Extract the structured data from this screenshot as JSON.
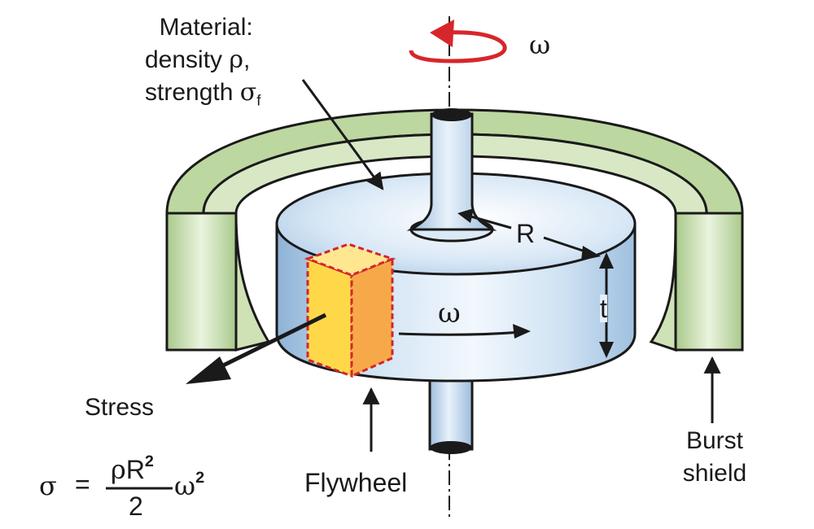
{
  "labels": {
    "material_line1": "Material:",
    "material_line2_prefix": "density ",
    "rho": "ρ",
    "comma": ",",
    "material_line3_prefix": "strength ",
    "sigma": "σ",
    "sub_f": "f",
    "omega_top": "ω",
    "omega_side": "ω",
    "radius": "R",
    "thickness": "t",
    "stress": "Stress",
    "flywheel": "Flywheel",
    "burst_line1": "Burst",
    "burst_line2": "shield"
  },
  "formula": {
    "lhs": "σ",
    "equals": "=",
    "num_rho": "ρ",
    "num_R": "R",
    "num_exp": "2",
    "denominator": "2",
    "omega": "ω",
    "omega_exp": "2"
  },
  "colors": {
    "rotation_arrow": "#d7262b",
    "disc_blue": "#c9def0",
    "shield_green": "#bfd9a5",
    "element_yellow": "#ffd84a",
    "element_orange": "#f7a94a",
    "element_dash": "#d3262b",
    "ink": "#1a1a1a"
  }
}
